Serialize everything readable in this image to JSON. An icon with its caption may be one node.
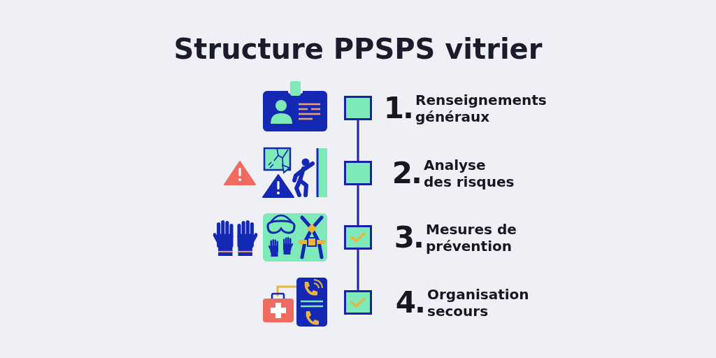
{
  "diagram": {
    "title": "Structure PPSPS vitrier",
    "nodes": [
      {
        "text": [],
        "shape": "box",
        "beside": [
          "1.",
          "Renseignements généraux"
        ]
      },
      {
        "text": [],
        "shape": "box",
        "beside": [
          "2.",
          "Analyse des risques"
        ]
      },
      {
        "text": [],
        "shape": "box",
        "beside": [
          "3.",
          "Mesures de prévention"
        ]
      },
      {
        "text": [],
        "shape": "box",
        "beside": [
          "4.",
          "Organisation secours"
        ]
      }
    ],
    "edges": [
      {
        "from": 0,
        "to": 1,
        "arrow": "none"
      },
      {
        "from": 1,
        "to": 2,
        "arrow": "none"
      },
      {
        "from": 2,
        "to": 3,
        "arrow": "none"
      }
    ]
  }
}
